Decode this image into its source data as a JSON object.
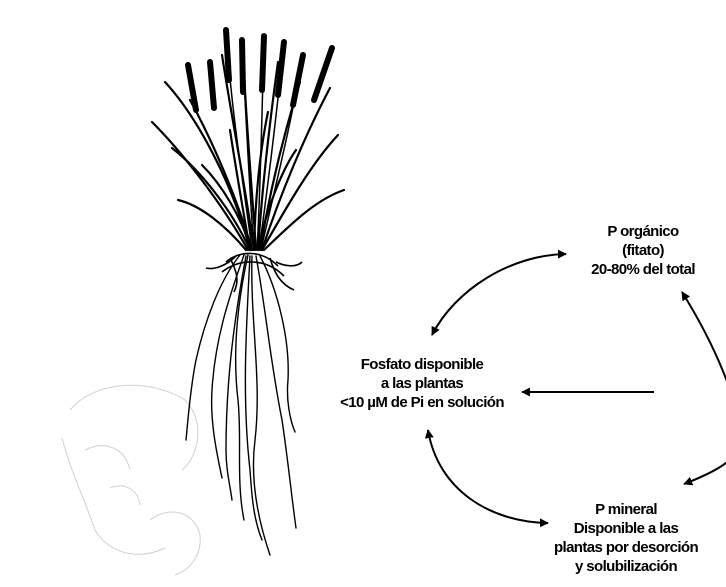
{
  "diagram": {
    "nodes": {
      "organic_p": {
        "lines": [
          "P orgánico",
          "(fitato)",
          "20-80% del total"
        ]
      },
      "available_phosphate": {
        "lines": [
          "Fosfato disponible",
          "a las plantas",
          "<10 µM  de Pi en solución"
        ]
      },
      "mineral_p": {
        "lines": [
          "P mineral",
          "Disponible a las",
          "plantas por desorción",
          "y solubilización"
        ]
      }
    },
    "colors": {
      "ink": "#000000",
      "background": "#ffffff",
      "faint_sketch": "#d0d0d0"
    },
    "illustration": "grass-plant-with-roots"
  }
}
